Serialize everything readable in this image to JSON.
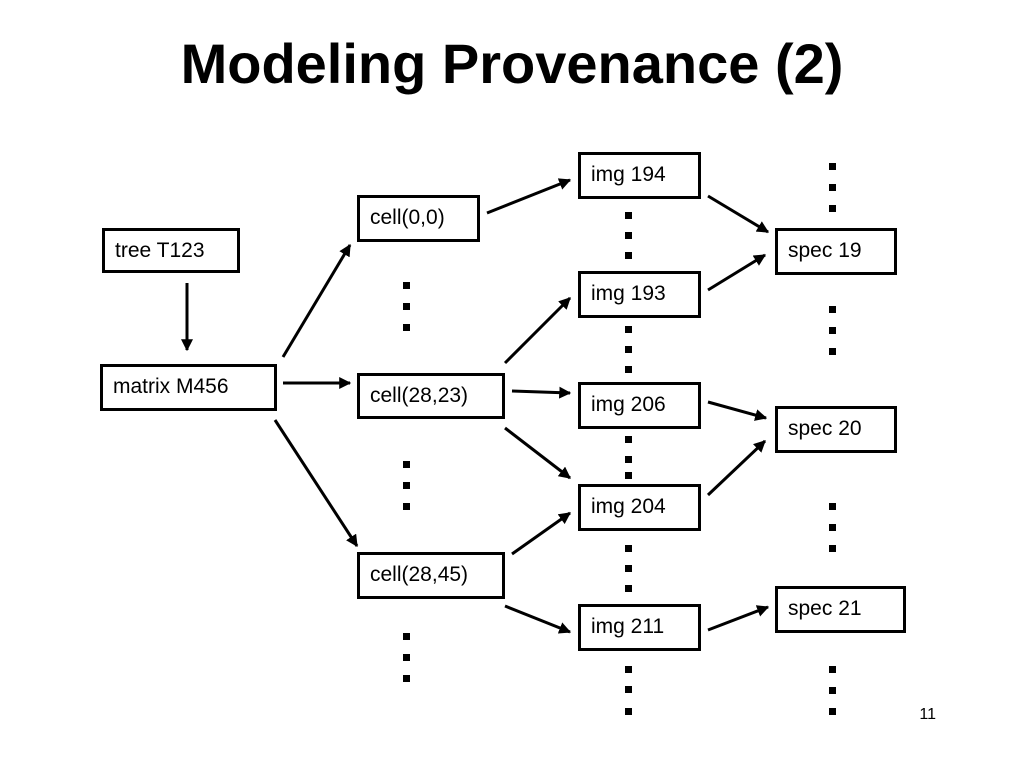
{
  "title": "Modeling Provenance (2)",
  "page_number": "11",
  "nodes": {
    "tree": "tree T123",
    "matrix": "matrix M456",
    "cell_0_0": "cell(0,0)",
    "cell_28_23": "cell(28,23)",
    "cell_28_45": "cell(28,45)",
    "img_194": "img 194",
    "img_193": "img 193",
    "img_206": "img 206",
    "img_204": "img 204",
    "img_211": "img 211",
    "spec_19": "spec 19",
    "spec_20": "spec 20",
    "spec_21": "spec 21"
  },
  "edges": [
    [
      "tree",
      "matrix"
    ],
    [
      "matrix",
      "cell_0_0"
    ],
    [
      "matrix",
      "cell_28_23"
    ],
    [
      "matrix",
      "cell_28_45"
    ],
    [
      "cell_0_0",
      "img_194"
    ],
    [
      "cell_28_23",
      "img_193"
    ],
    [
      "cell_28_23",
      "img_206"
    ],
    [
      "cell_28_23",
      "img_204"
    ],
    [
      "cell_28_45",
      "img_204"
    ],
    [
      "cell_28_45",
      "img_211"
    ],
    [
      "img_194",
      "spec_19"
    ],
    [
      "img_193",
      "spec_19"
    ],
    [
      "img_206",
      "spec_20"
    ],
    [
      "img_204",
      "spec_20"
    ],
    [
      "img_211",
      "spec_21"
    ]
  ]
}
